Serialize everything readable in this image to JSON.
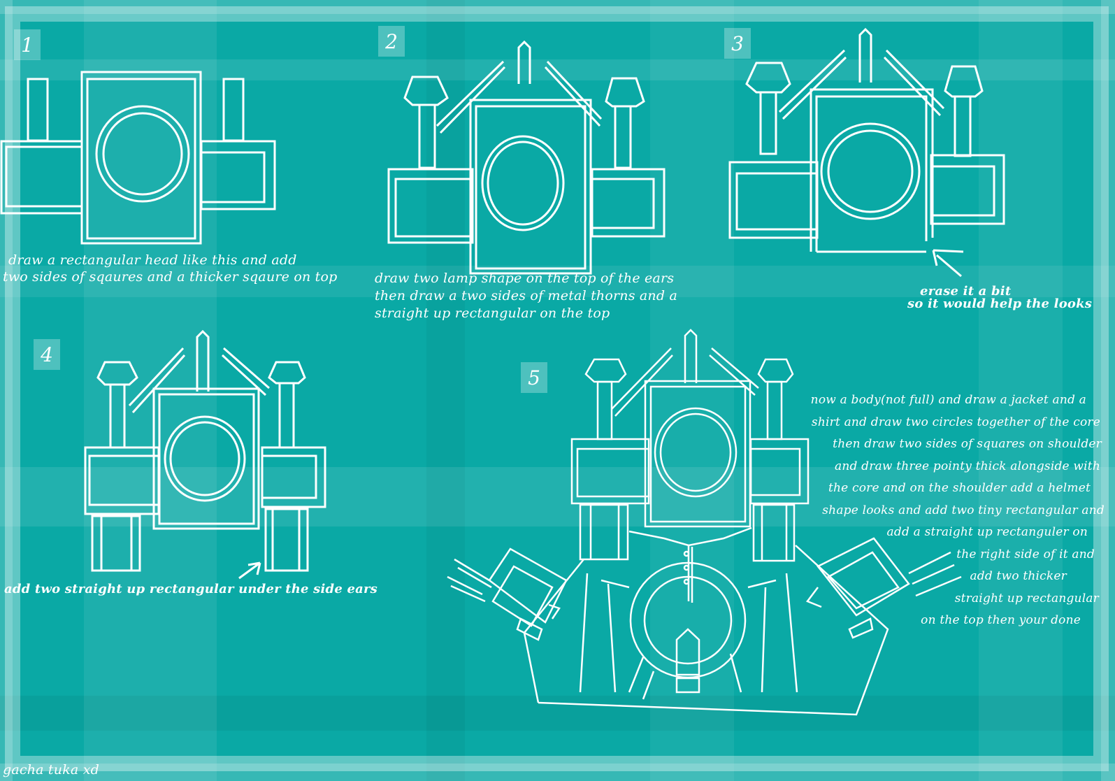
{
  "colors": {
    "background": "#0aa9a5",
    "stripe_light": "#3cc0bb",
    "stripe_dark": "#079894",
    "line": "#ffffff"
  },
  "steps": [
    {
      "number": "1",
      "lines": [
        "draw a rectangular head like this and add",
        "two sides of sqaures and a thicker sqaure on top"
      ]
    },
    {
      "number": "2",
      "lines": [
        "draw two lamp shape on the top of the ears",
        "then draw a two sides of metal thorns and a",
        "straight up rectangular on the top"
      ]
    },
    {
      "number": "3",
      "lines": [
        "erase it a bit",
        "so it would help the looks"
      ]
    },
    {
      "number": "4",
      "lines": [
        "add two straight up rectangular under the side ears"
      ]
    },
    {
      "number": "5",
      "lines": [
        "now a body(not full) and draw a jacket and a",
        "shirt and draw two circles together of the core",
        "then draw two sides of squares on shoulder",
        "and draw three pointy thick alongside with",
        "the core and on the shoulder add a helmet",
        "shape looks and add two tiny rectangular and",
        "add a straight up rectanguler on",
        "the right side of it and",
        "add two thicker",
        "straight up rectangular",
        "on the top then your done"
      ]
    }
  ],
  "credit": "gacha tuka xd"
}
